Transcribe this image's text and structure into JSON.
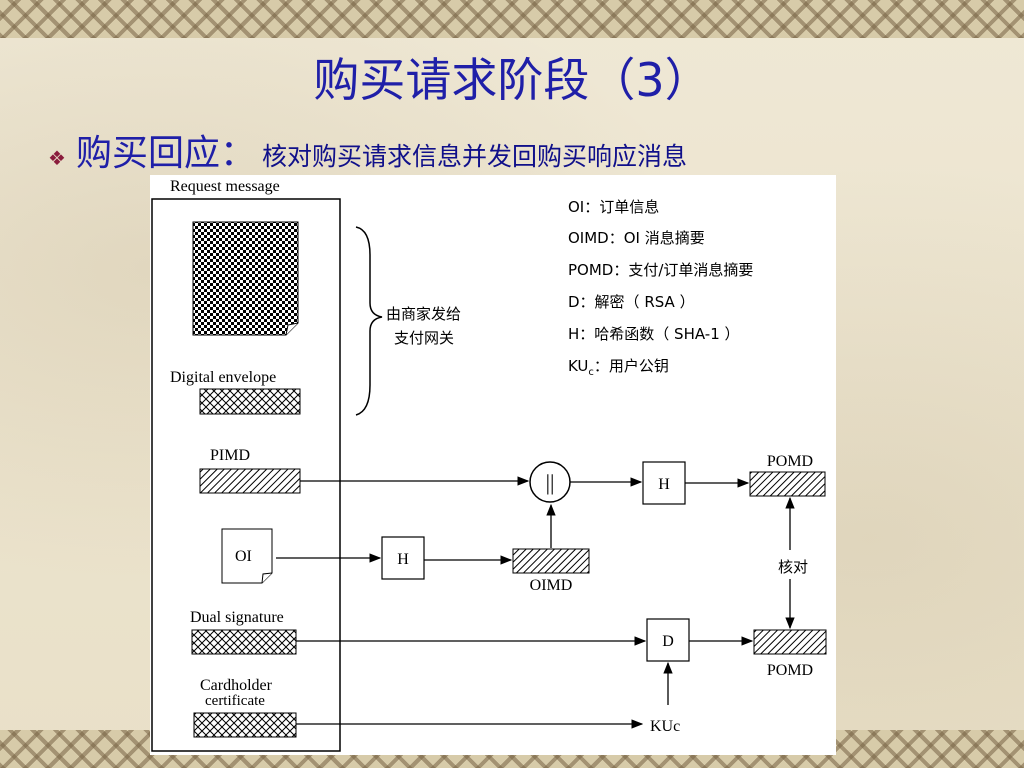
{
  "slide": {
    "title": "购买请求阶段（3）",
    "bullet": {
      "label": "购买回应：",
      "text": "核对购买请求信息并发回购买响应消息"
    }
  },
  "diagram": {
    "request_message_label": "Request message",
    "digital_envelope_label": "Digital envelope",
    "brace_note_line1": "由商家发给",
    "brace_note_line2": "支付网关",
    "pimd_label": "PIMD",
    "oi_label": "OI",
    "dual_signature_label": "Dual signature",
    "cardholder_label_line1": "Cardholder",
    "cardholder_label_line2": "certificate",
    "h_top": "H",
    "h_middle": "H",
    "concat_symbol": "||",
    "decrypt_label": "D",
    "pomd_top": "POMD",
    "pomd_bottom": "POMD",
    "oimd_label": "OIMD",
    "compare_label": "核对",
    "kuc_label": "KUc",
    "legend": [
      "OI：订单信息",
      "OIMD：OI 消息摘要",
      "POMD：支付/订单消息摘要",
      "D：解密（ RSA ）",
      "H：哈希函数（ SHA-1 ）"
    ],
    "legend_ku_prefix": "KU",
    "legend_ku_sub": "c",
    "legend_ku_suffix": "：用户公钥"
  },
  "colors": {
    "title": "#1f1fa8",
    "bullet_icon": "#8a1c3c",
    "diagram_ink": "#000000",
    "background": "#ece4cf"
  }
}
